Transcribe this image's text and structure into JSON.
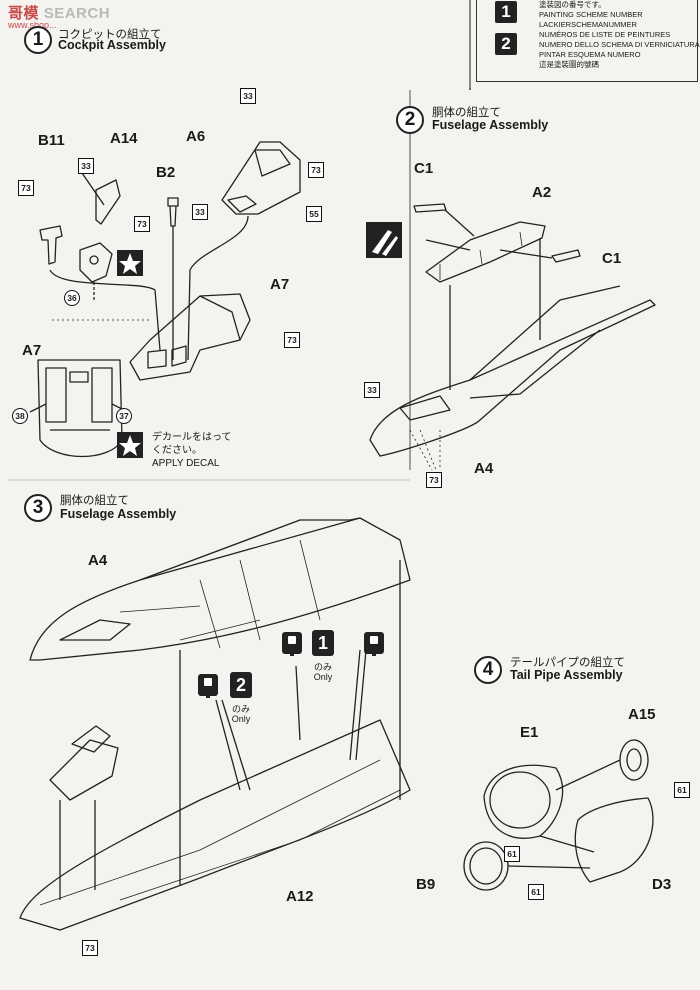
{
  "watermark": {
    "brand": "SEARCH",
    "mark": "哥模",
    "url": "www.shop..."
  },
  "legend": {
    "lines_top": [
      "塗装図の番号です。",
      "PAINTING SCHEME NUMBER",
      "LACKIERSCHEMANUMMER",
      "NUMÉROS DE LISTE DE PEINTURES"
    ],
    "lines_bottom": [
      "NUMERO DELLO SCHEMA DI VERNICIATURA",
      "PINTAR ESQUEMA NUMERO",
      "這是塗裝圖的號碼"
    ],
    "badges": [
      "1",
      "2"
    ]
  },
  "step1": {
    "num": "1",
    "title_jp": "コクピットの組立て",
    "title_en": "Cockpit Assembly"
  },
  "step2": {
    "num": "2",
    "title_jp": "胴体の組立て",
    "title_en": "Fuselage Assembly"
  },
  "step3": {
    "num": "3",
    "title_jp": "胴体の組立て",
    "title_en": "Fuselage Assembly"
  },
  "step4": {
    "num": "4",
    "title_jp": "テールパイプの組立て",
    "title_en": "Tail Pipe Assembly"
  },
  "parts": {
    "b11": "B11",
    "a14": "A14",
    "b2": "B2",
    "a6": "A6",
    "a7": "A7",
    "a7b": "A7",
    "c1a": "C1",
    "c1b": "C1",
    "a2": "A2",
    "a4": "A4",
    "a4b": "A4",
    "a12": "A12",
    "e1": "E1",
    "a15": "A15",
    "b9": "B9",
    "d3": "D3"
  },
  "paint": {
    "p33a": "33",
    "p73a": "73",
    "p33b": "33",
    "p73b": "73",
    "p55": "55",
    "p73c": "73",
    "p33c": "33",
    "p73d": "73",
    "p33d": "33",
    "p73e": "73",
    "p61a": "61",
    "p61b": "61",
    "p61c": "61",
    "p73f": "73"
  },
  "decals": {
    "d36": "36",
    "d38": "38",
    "d37": "37"
  },
  "decal_note": {
    "jp1": "デカールをはって",
    "jp2": "ください。",
    "en": "APPLY DECAL"
  },
  "only1": {
    "badge": "1",
    "jp": "のみ",
    "en": "Only"
  },
  "only2": {
    "badge": "2",
    "jp": "のみ",
    "en": "Only"
  }
}
